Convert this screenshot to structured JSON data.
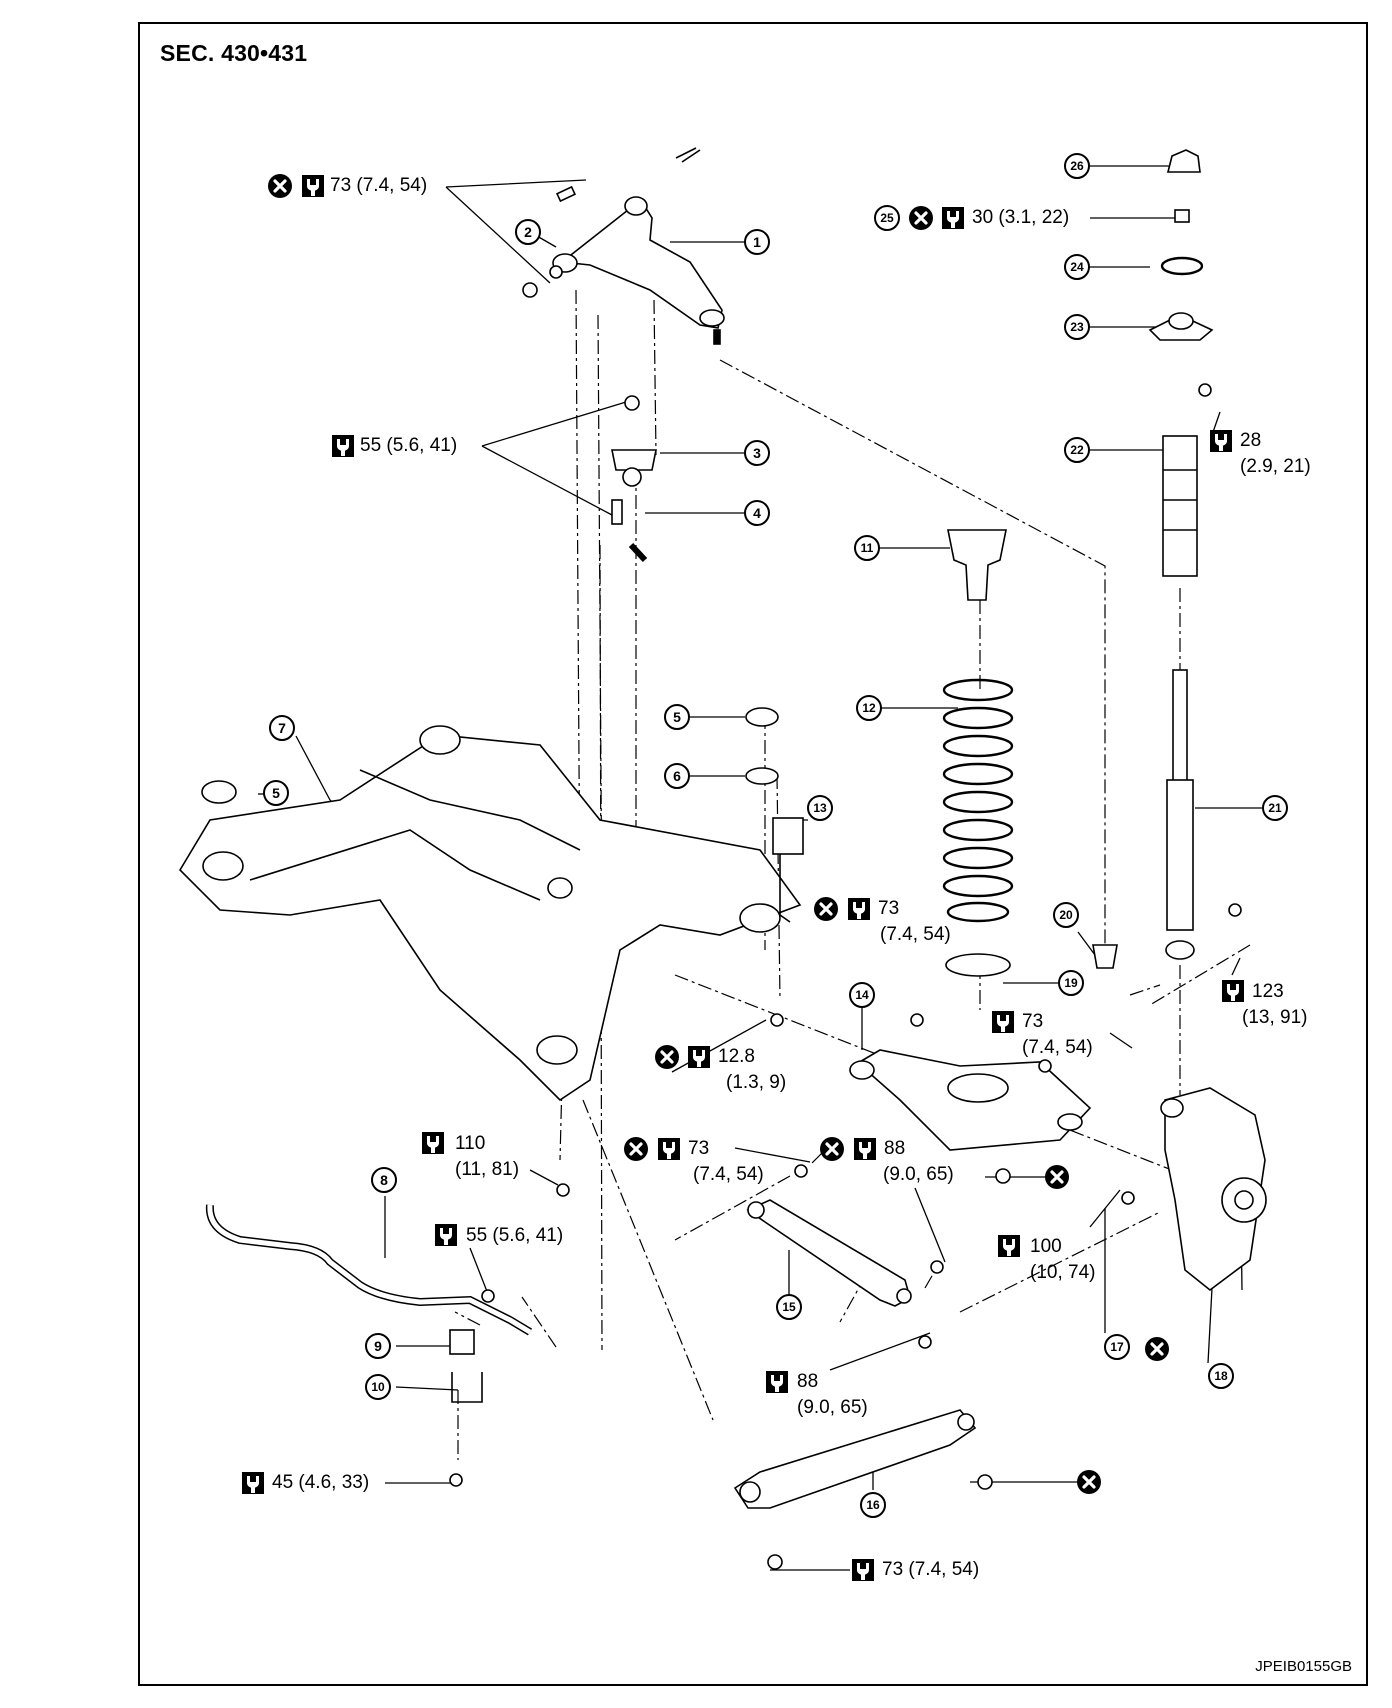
{
  "section": "SEC. 430•431",
  "figure_code": "JPEIB0155GB",
  "icons": {
    "torque": "torque-wrench-icon",
    "replace": "do-not-reuse-icon"
  },
  "parts": [
    {
      "n": "1"
    },
    {
      "n": "2"
    },
    {
      "n": "3"
    },
    {
      "n": "4"
    },
    {
      "n": "5"
    },
    {
      "n": "5"
    },
    {
      "n": "6"
    },
    {
      "n": "7"
    },
    {
      "n": "8"
    },
    {
      "n": "9"
    },
    {
      "n": "10"
    },
    {
      "n": "11"
    },
    {
      "n": "12"
    },
    {
      "n": "13"
    },
    {
      "n": "14"
    },
    {
      "n": "15"
    },
    {
      "n": "16"
    },
    {
      "n": "17"
    },
    {
      "n": "18"
    },
    {
      "n": "19"
    },
    {
      "n": "20"
    },
    {
      "n": "21"
    },
    {
      "n": "22"
    },
    {
      "n": "23"
    },
    {
      "n": "24"
    },
    {
      "n": "25"
    },
    {
      "n": "26"
    }
  ],
  "torques": {
    "t1": "73 (7.4, 54)",
    "t2": "55 (5.6, 41)",
    "t3a": "73",
    "t3b": "(7.4, 54)",
    "t4a": "12.8",
    "t4b": "(1.3, 9)",
    "t5a": "110",
    "t5b": "(11, 81)",
    "t6": "55 (5.6, 41)",
    "t7": "45 (4.6, 33)",
    "t8a": "73",
    "t8b": "(7.4, 54)",
    "t9a": "88",
    "t9b": "(9.0, 65)",
    "t10a": "88",
    "t10b": "(9.0, 65)",
    "t11": "73 (7.4, 54)",
    "t12a": "100",
    "t12b": "(10, 74)",
    "t13a": "73",
    "t13b": "(7.4, 54)",
    "t14a": "123",
    "t14b": "(13, 91)",
    "t15a": "28",
    "t15b": "(2.9, 21)",
    "t16": "30 (3.1, 22)"
  }
}
